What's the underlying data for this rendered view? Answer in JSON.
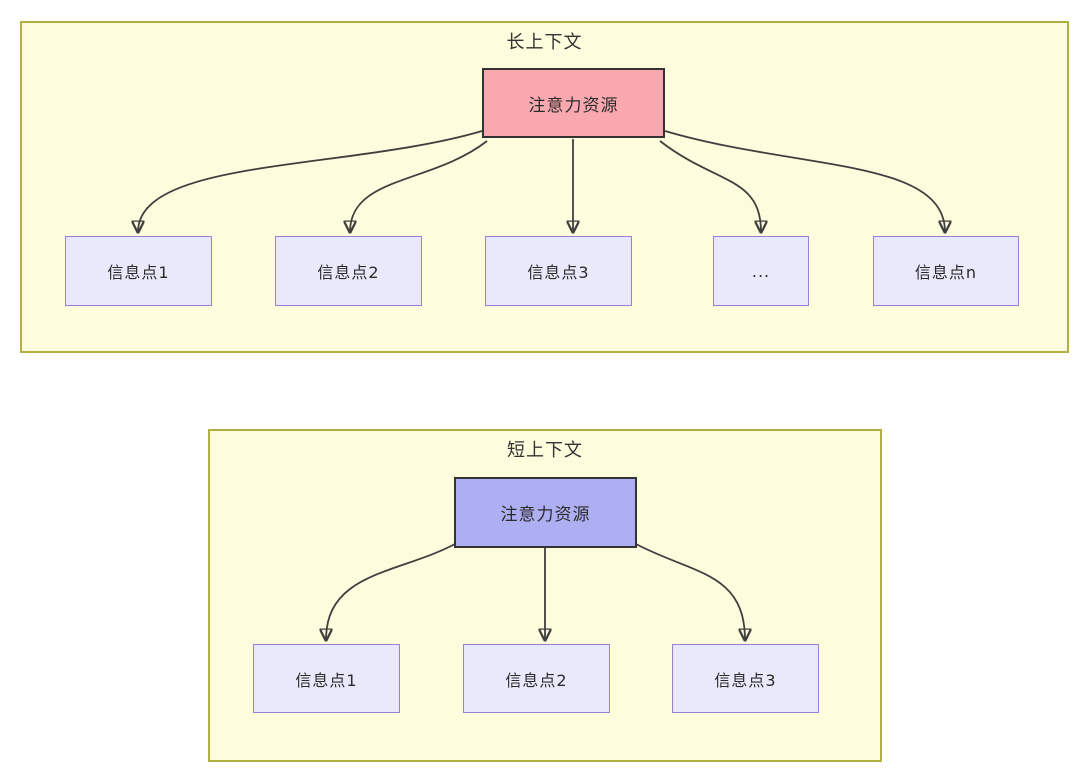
{
  "long_context": {
    "title": "长上下文",
    "source_node": "注意力资源",
    "target_nodes": [
      "信息点1",
      "信息点2",
      "信息点3",
      "...",
      "信息点n"
    ],
    "edges": [
      {
        "from": "注意力资源",
        "to": "信息点1"
      },
      {
        "from": "注意力资源",
        "to": "信息点2"
      },
      {
        "from": "注意力资源",
        "to": "信息点3"
      },
      {
        "from": "注意力资源",
        "to": "..."
      },
      {
        "from": "注意力资源",
        "to": "信息点n"
      }
    ],
    "colors": {
      "panel_fill": "#fdfcdd",
      "panel_border": "#b2b13f",
      "source_fill": "#f9a8b0",
      "source_border": "#333333",
      "target_fill": "#e9e9fb",
      "target_border": "#9b7fd4",
      "arrow": "#3f3f3f"
    }
  },
  "short_context": {
    "title": "短上下文",
    "source_node": "注意力资源",
    "target_nodes": [
      "信息点1",
      "信息点2",
      "信息点3"
    ],
    "edges": [
      {
        "from": "注意力资源",
        "to": "信息点1"
      },
      {
        "from": "注意力资源",
        "to": "信息点2"
      },
      {
        "from": "注意力资源",
        "to": "信息点3"
      }
    ],
    "colors": {
      "panel_fill": "#fdfcdd",
      "panel_border": "#b2b13f",
      "source_fill": "#aeaef2",
      "source_border": "#333333",
      "target_fill": "#e9e9fb",
      "target_border": "#9b7fd4",
      "arrow": "#3f3f3f"
    }
  }
}
